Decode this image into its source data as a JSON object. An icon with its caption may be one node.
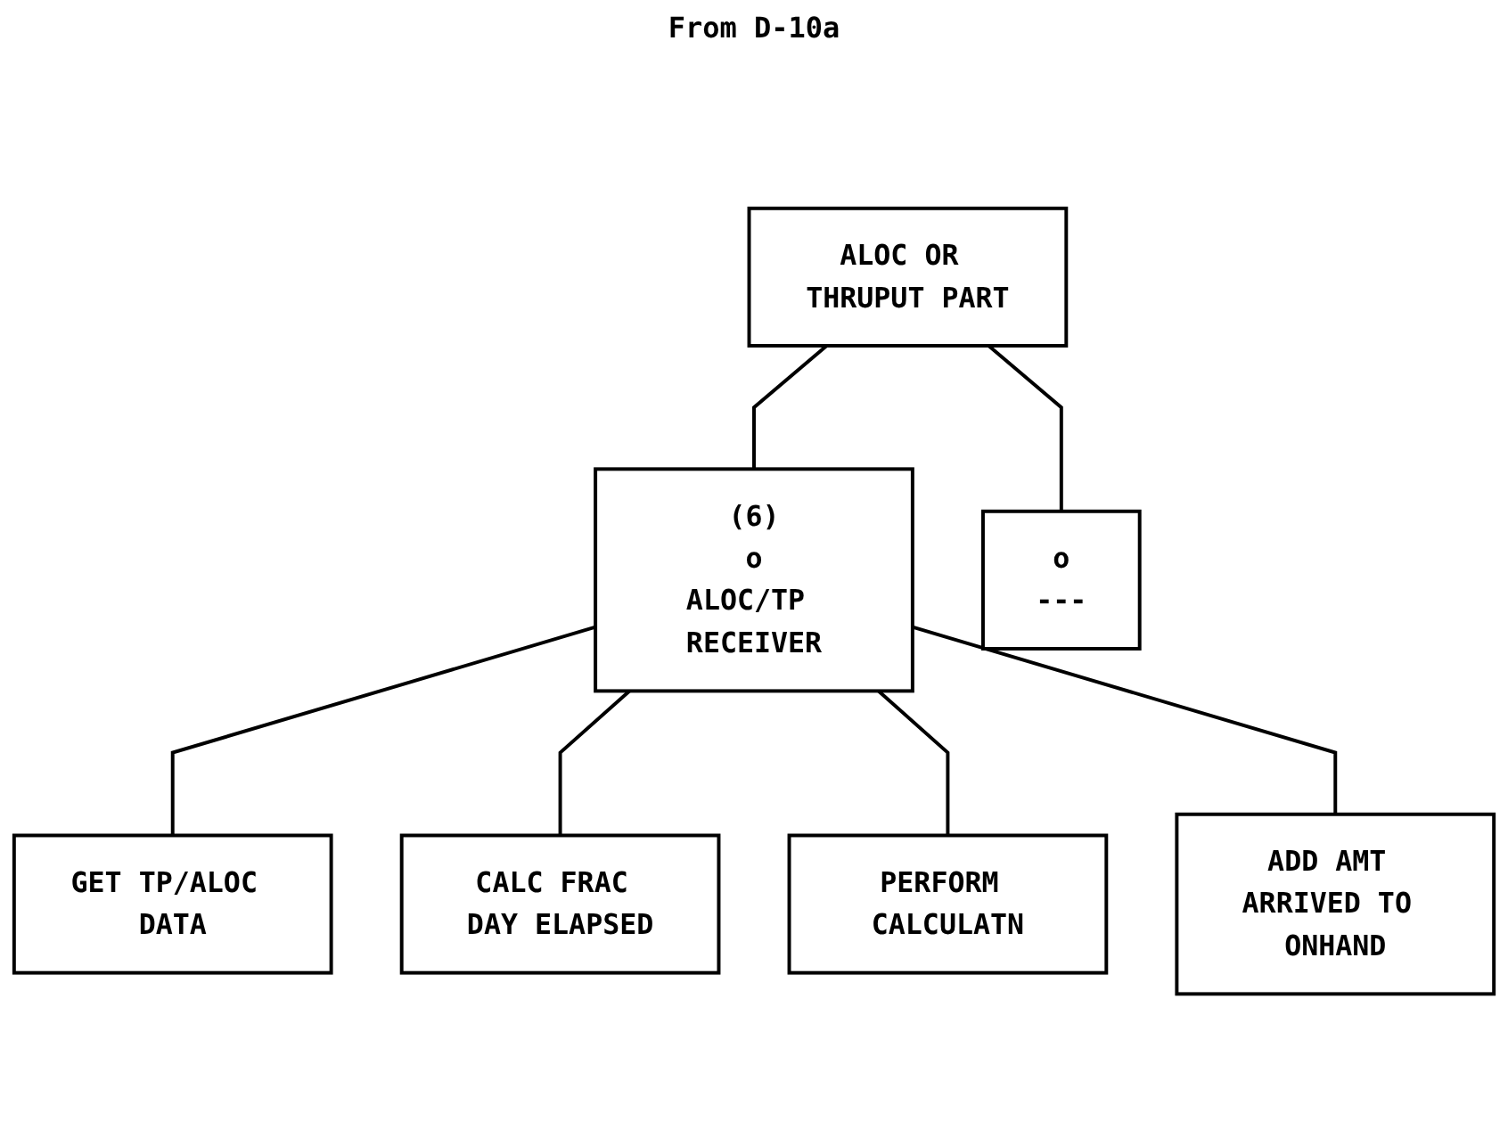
{
  "diagram": {
    "nodes": [
      {
        "text": [
          "ALOC OR THRUPUT PART"
        ]
      },
      {
        "text": [
          "(6)",
          "o",
          "ALOC/TP RECEIVER"
        ]
      },
      {
        "text": [
          "o",
          "---"
        ]
      },
      {
        "text": [
          "GET TP/ALOC DATA"
        ]
      },
      {
        "text": [
          "CALC FRAC DAY ELAPSED"
        ]
      },
      {
        "text": [
          "PERFORM CALCULATN"
        ]
      },
      {
        "text": [
          "ADD AMT ARRIVED TO ONHAND"
        ]
      }
    ],
    "edges": [
      {
        "from": 0,
        "to": 1,
        "arrow": "none"
      },
      {
        "from": 0,
        "to": 2,
        "arrow": "none"
      },
      {
        "from": 1,
        "to": 3,
        "arrow": "none"
      },
      {
        "from": 1,
        "to": 4,
        "arrow": "none"
      },
      {
        "from": 1,
        "to": 5,
        "arrow": "none"
      },
      {
        "from": 1,
        "to": 6,
        "arrow": "none"
      }
    ],
    "labels": [
      "From D-10a"
    ]
  }
}
